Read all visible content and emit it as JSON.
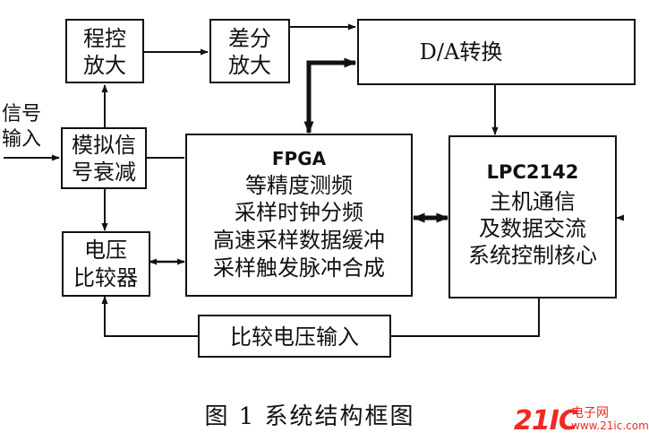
{
  "diagram": {
    "signal_input": [
      "信号",
      "输入"
    ],
    "prog_amp": [
      "程控",
      "放大"
    ],
    "diff_amp": [
      "差分",
      "放大"
    ],
    "dac": "D/A转换",
    "attenuator": [
      "模拟信",
      "号衰减"
    ],
    "fpga": {
      "title": "FPGA",
      "lines": [
        "等精度测频",
        "采样时钟分频",
        "高速采样数据缓冲",
        "采样触发脉冲合成"
      ]
    },
    "mcu": {
      "title": "LPC2142",
      "lines": [
        "主机通信",
        "及数据交流",
        "系统控制核心"
      ]
    },
    "comparator": [
      "电压",
      "比较器"
    ],
    "compare_voltage_input": "比较电压输入"
  },
  "caption": "图 1  系统结构框图",
  "watermark": {
    "number": "21IC",
    "name": "电子网",
    "domain": "www.21ic.com",
    "color": "#ee2a24"
  }
}
